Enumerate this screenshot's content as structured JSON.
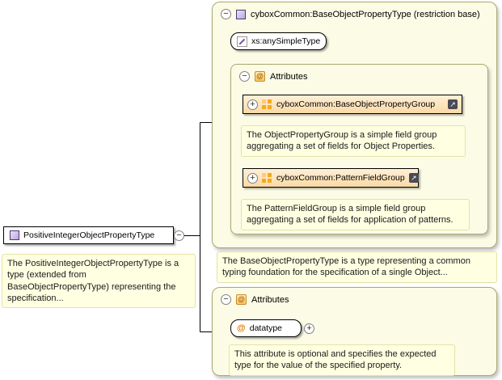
{
  "colors": {
    "panel_bg": "#FCFCE6",
    "panel_border": "#A9A973",
    "doc_bg": "#FFFFE1",
    "doc_border": "#E3E3A8",
    "group_box_fill": "#FAD9A4",
    "group_icon_orange": "#F7A81D",
    "type_icon_purple": "#BBA8DE",
    "attribute_orange": "#E07800"
  },
  "left_type": {
    "label": "PositiveIntegerObjectPropertyType",
    "description": "The PositiveIntegerObjectPropertyType is a type (extended from BaseObjectPropertyType) representing the specification..."
  },
  "base_panel": {
    "title": "cyboxCommon:BaseObjectPropertyType (restriction base)",
    "base_type_label": "xs:anySimpleType",
    "attributes_header": "Attributes",
    "groups": [
      {
        "label": "cyboxCommon:BaseObjectPropertyGroup",
        "description": "The ObjectPropertyGroup is a simple field group aggregating a set of fields for Object Properties."
      },
      {
        "label": "cyboxCommon:PatternFieldGroup",
        "description": "The PatternFieldGroup is a simple field group aggregating a set of fields for application of patterns."
      }
    ],
    "description": "The BaseObjectPropertyType is a type representing a common typing foundation for the specification of a single Object..."
  },
  "attributes_panel": {
    "header": "Attributes",
    "attribute_label": "datatype",
    "description": "This attribute is optional and specifies the expected type for the value of the specified property."
  }
}
